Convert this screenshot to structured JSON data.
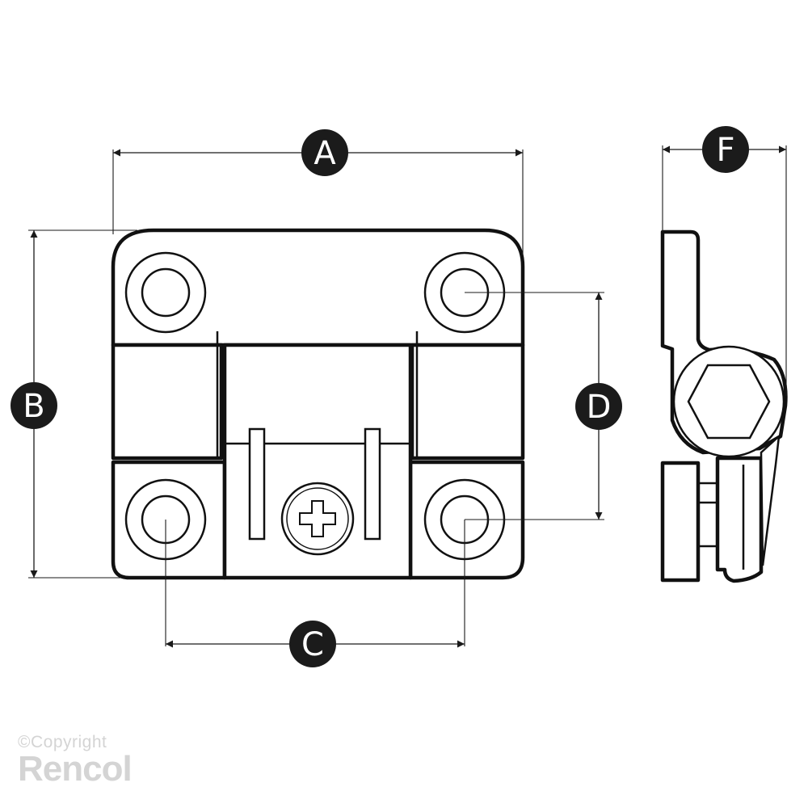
{
  "dimensions": {
    "a": "A",
    "b": "B",
    "c": "C",
    "d": "D",
    "f": "F"
  },
  "watermark": {
    "line1": "©Copyright",
    "line2": "Rencol"
  },
  "colors": {
    "ink": "#111111",
    "badge": "#1b1b1b",
    "watermark": "#d4d4d4"
  }
}
